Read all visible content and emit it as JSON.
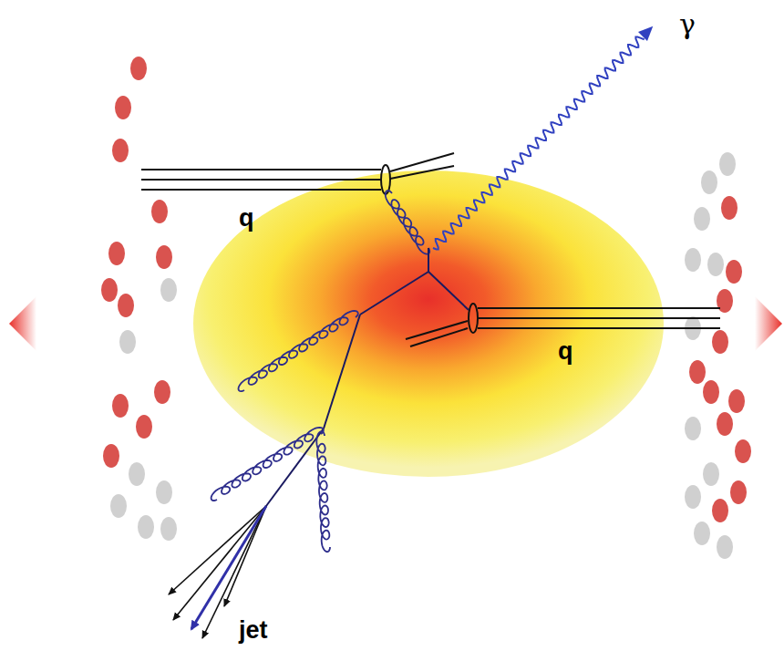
{
  "diagram": {
    "labels": [
      "γ",
      "q",
      "q",
      "jet"
    ]
  }
}
